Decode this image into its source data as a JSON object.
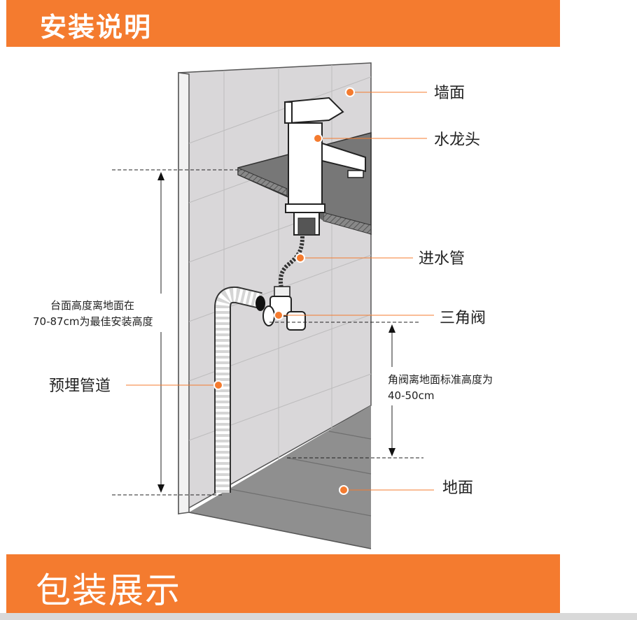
{
  "header": {
    "title": "安装说明"
  },
  "footer": {
    "title": "包装展示"
  },
  "labels": {
    "wall": "墙面",
    "faucet": "水龙头",
    "inlet_hose": "进水管",
    "angle_valve": "三角阀",
    "embedded_pipe": "预埋管道",
    "floor": "地面"
  },
  "annotations": {
    "counter_height_line1": "台面高度离地面在",
    "counter_height_line2": "70-87cm为最佳安装高度",
    "valve_height_line1": "角阀离地面标准高度为",
    "valve_height_line2": "40-50cm"
  },
  "colors": {
    "accent": "#f47b2f",
    "wall": "#d9d7d9",
    "floor": "#8f8f8f",
    "dot": "#f47b2f"
  }
}
